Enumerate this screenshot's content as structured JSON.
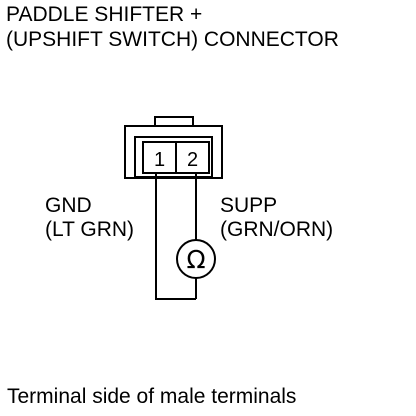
{
  "title": {
    "line1": "PADDLE SHIFTER +",
    "line2": "(UPSHIFT SWITCH) CONNECTOR"
  },
  "connector": {
    "pins": [
      {
        "number": "1"
      },
      {
        "number": "2"
      }
    ]
  },
  "labels": {
    "gnd": {
      "name": "GND",
      "wire": "(LT GRN)"
    },
    "supp": {
      "name": "SUPP",
      "wire": "(GRN/ORN)"
    }
  },
  "meter": {
    "symbol": "Ω",
    "icon": "ohm-meter-icon"
  },
  "footer": "Terminal side of male terminals"
}
